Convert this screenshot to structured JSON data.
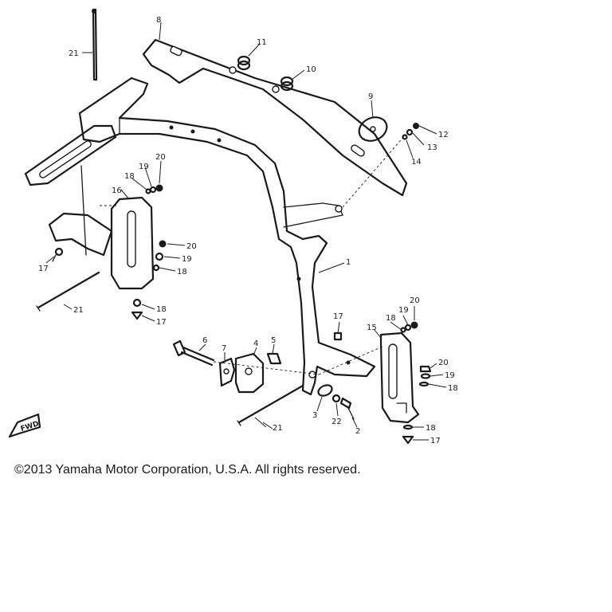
{
  "callouts": {
    "p1": "1",
    "p2": "2",
    "p3": "3",
    "p4": "4",
    "p5": "5",
    "p6": "6",
    "p7": "7",
    "p8": "8",
    "p9": "9",
    "p10": "10",
    "p11": "11",
    "p12": "12",
    "p13": "13",
    "p14": "14",
    "p15": "15",
    "p16": "16",
    "p17a": "17",
    "p17b": "17",
    "p17c": "17",
    "p17d": "17",
    "p18a": "18",
    "p18b": "18",
    "p18c": "18",
    "p18d": "18",
    "p18e": "18",
    "p18f": "18",
    "p19a": "19",
    "p19b": "19",
    "p19c": "19",
    "p19d": "19",
    "p20a": "20",
    "p20b": "20",
    "p20c": "20",
    "p20d": "20",
    "p21a": "21",
    "p21b": "21",
    "p21c": "21",
    "p22": "22"
  },
  "fwd_label": "FWD",
  "copyright": "©2013 Yamaha Motor Corporation, U.S.A. All rights reserved."
}
